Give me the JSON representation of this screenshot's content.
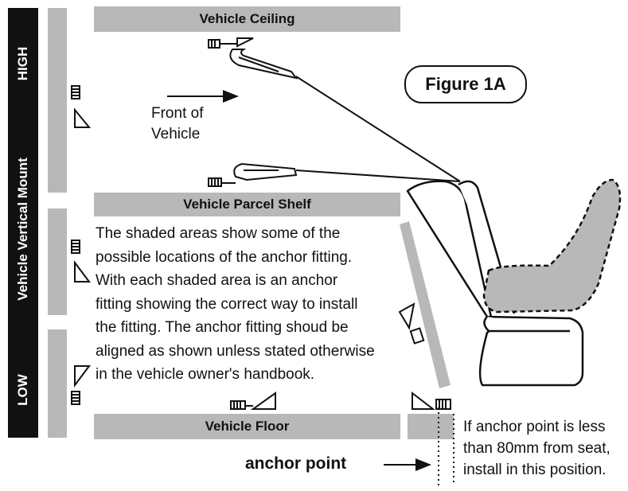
{
  "bars": {
    "ceiling": "Vehicle Ceiling",
    "parcel_shelf": "Vehicle Parcel Shelf",
    "floor": "Vehicle Floor"
  },
  "side": {
    "title": "Vehicle Vertical Mount",
    "high": "HIGH",
    "low": "LOW"
  },
  "figure_label": "Figure 1A",
  "front": {
    "line1": "Front of",
    "line2": "Vehicle"
  },
  "description": [
    "The shaded areas show some of the",
    "possible locations of the anchor fitting.",
    "With each shaded area is an anchor",
    "fitting showing the correct way to install",
    "the fitting. The anchor fitting shoud be",
    "aligned as shown unless stated otherwise",
    "in the vehicle owner's handbook."
  ],
  "anchor_point": "anchor point",
  "note": [
    "If anchor point is less",
    "than 80mm from seat,",
    "install in this position."
  ],
  "colors": {
    "shade": "#b8b8b8",
    "black": "#111111"
  }
}
